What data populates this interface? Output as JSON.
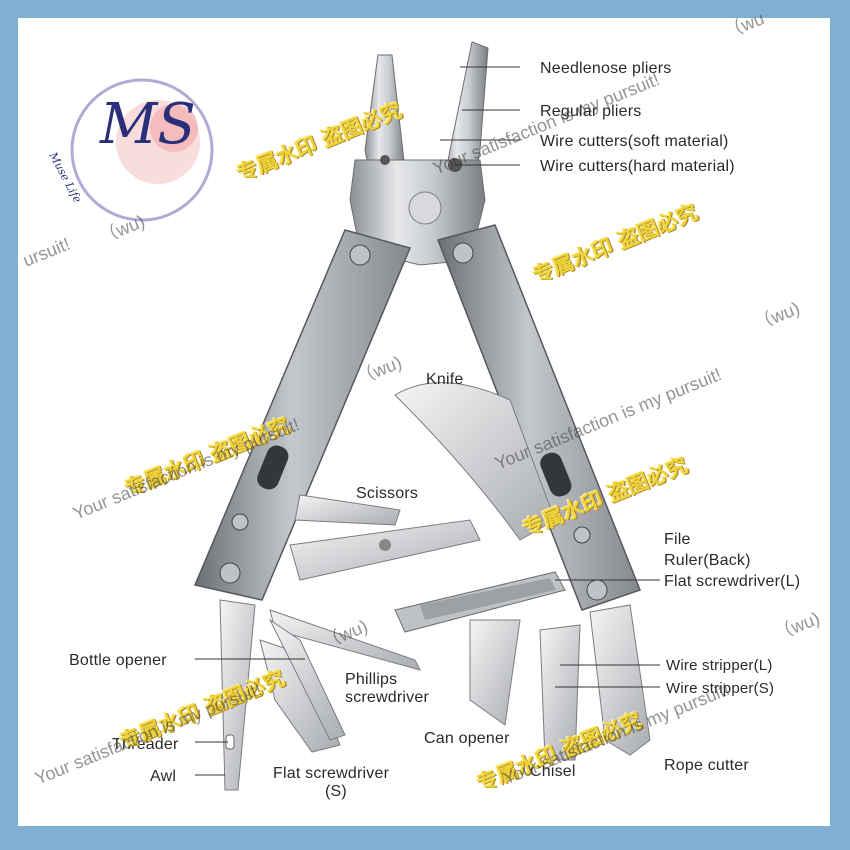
{
  "labels": {
    "needlenose": "Needlenose pliers",
    "regular": "Regular pliers",
    "wire_soft": "Wire cutters(soft material)",
    "wire_hard": "Wire cutters(hard material)",
    "knife": "Knife",
    "scissors": "Scissors",
    "file": "File",
    "ruler": "Ruler(Back)",
    "flat_l": "Flat screwdriver(L)",
    "bottle": "Bottle opener",
    "phillips_1": "Phillips",
    "phillips_2": "screwdriver",
    "wire_strip_l": "Wire stripper(L)",
    "wire_strip_s": "Wire stripper(S)",
    "can_opener": "Can opener",
    "threader": "Threader",
    "awl": "Awl",
    "flat_s_1": "Flat screwdriver",
    "flat_s_2": "(S)",
    "chisel": "Chisel",
    "rope": "Rope cutter"
  },
  "watermark": {
    "cn": "专属水印 盗图必究",
    "en": "Your satisfaction is my pursuit!",
    "wu": "（wu)",
    "fragment_left": "ursuit!",
    "fragment_right": "（wu"
  },
  "logo": {
    "letters": "MS",
    "caption": "Muse Life"
  },
  "colors": {
    "frame": "#7fb0d3",
    "watermark_cn": "#f0d43a"
  }
}
